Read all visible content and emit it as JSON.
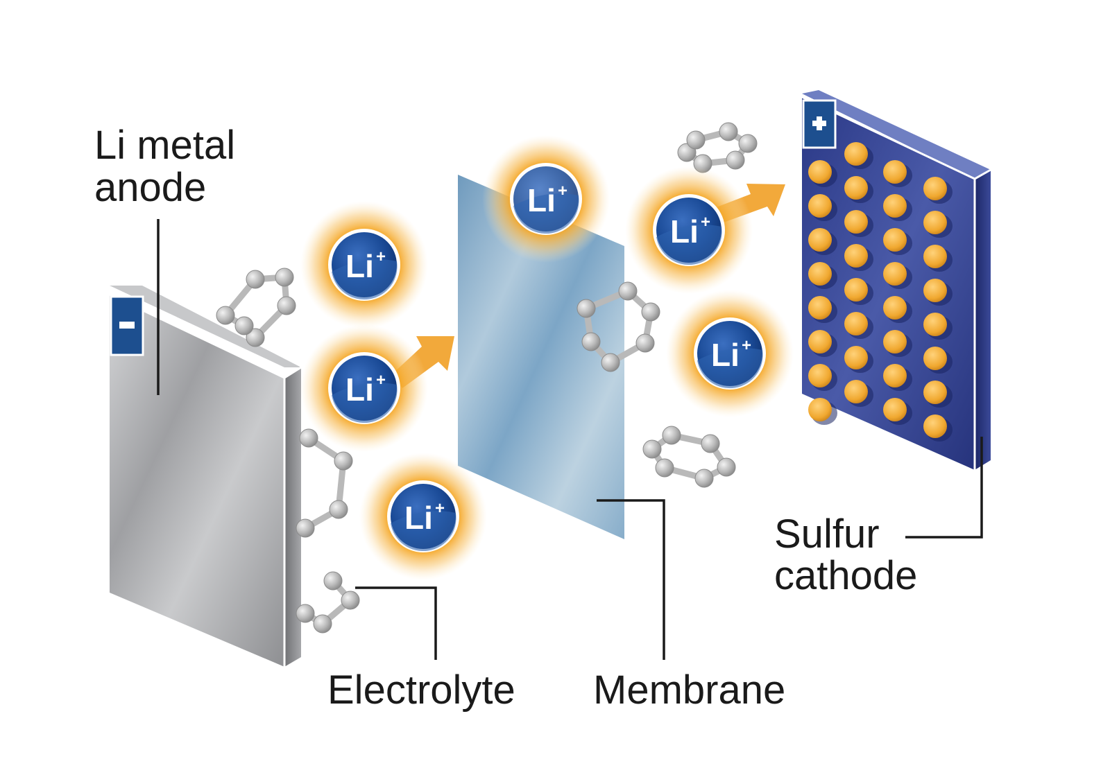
{
  "labels": {
    "anode_line1": "Li metal",
    "anode_line2": "anode",
    "cathode_line1": "Sulfur",
    "cathode_line2": "cathode",
    "electrolyte": "Electrolyte",
    "membrane": "Membrane"
  },
  "ion": {
    "symbol": "Li",
    "charge": "+"
  },
  "terminals": {
    "anode_sign": "−",
    "cathode_sign": "+"
  },
  "colors": {
    "ion_blue": "#143f8c",
    "ion_glow": "#f5a623",
    "arrow": "#f2a93b",
    "cathode_blue": "#2e3e8f",
    "sulfur_dot": "#f0a830",
    "membrane": "#7fa6c4",
    "anode_gray": "#a8a9ab",
    "terminal_badge": "#1d4f8f"
  },
  "icons": [
    "minus-terminal-icon",
    "plus-terminal-icon",
    "lithium-ion-icon",
    "polysulfide-ring-icon",
    "migration-arrow-icon"
  ]
}
